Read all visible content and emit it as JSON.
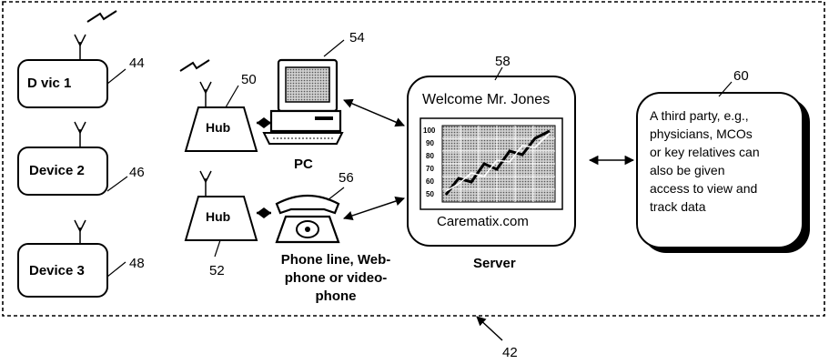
{
  "devices": [
    {
      "label": "D  vic   1",
      "ref": "44"
    },
    {
      "label": "Device 2",
      "ref": "46"
    },
    {
      "label": "Device 3",
      "ref": "48"
    }
  ],
  "hubs": [
    {
      "label": "Hub",
      "ref": "50"
    },
    {
      "label": "Hub",
      "ref": "52"
    }
  ],
  "pc": {
    "label": "PC",
    "ref": "54"
  },
  "phone": {
    "label_lines": [
      "Phone line, Web-",
      "phone or video-",
      "phone"
    ],
    "ref": "56"
  },
  "server": {
    "greeting": "Welcome Mr. Jones",
    "site": "Carematix.com",
    "label": "Server",
    "ref": "58",
    "chart_ticks": [
      "100",
      "90",
      "80",
      "70",
      "60",
      "50"
    ]
  },
  "third_party": {
    "lines": [
      "A third party, e.g.,",
      "physicians, MCOs",
      "or key relatives can",
      "also be given",
      "access to view and",
      "track data"
    ],
    "ref": "60"
  },
  "system_ref": "42",
  "colors": {
    "ink": "#000000",
    "screen": "#9a9a9a",
    "background": "#ffffff"
  }
}
